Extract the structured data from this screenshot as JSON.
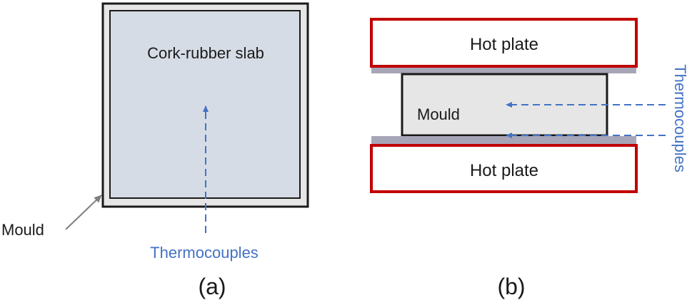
{
  "panel_a": {
    "slab_label": "Cork-rubber slab",
    "mould_label": "Mould",
    "thermocouples_label": "Thermocouples",
    "caption": "(a)"
  },
  "panel_b": {
    "hot_plate_top_label": "Hot plate",
    "hot_plate_bottom_label": "Hot plate",
    "mould_label": "Mould",
    "thermocouples_label": "Thermocouples",
    "caption": "(b)"
  },
  "colors": {
    "slab_fill": "#d6dce5",
    "mould_fill": "#e6e6e6",
    "outline": "#1a1a1a",
    "hot_plate_border": "#c00000",
    "thermocouple": "#4472c4",
    "plate_gap": "#a6a6b8",
    "leader_arrow": "#7f7f7f"
  }
}
